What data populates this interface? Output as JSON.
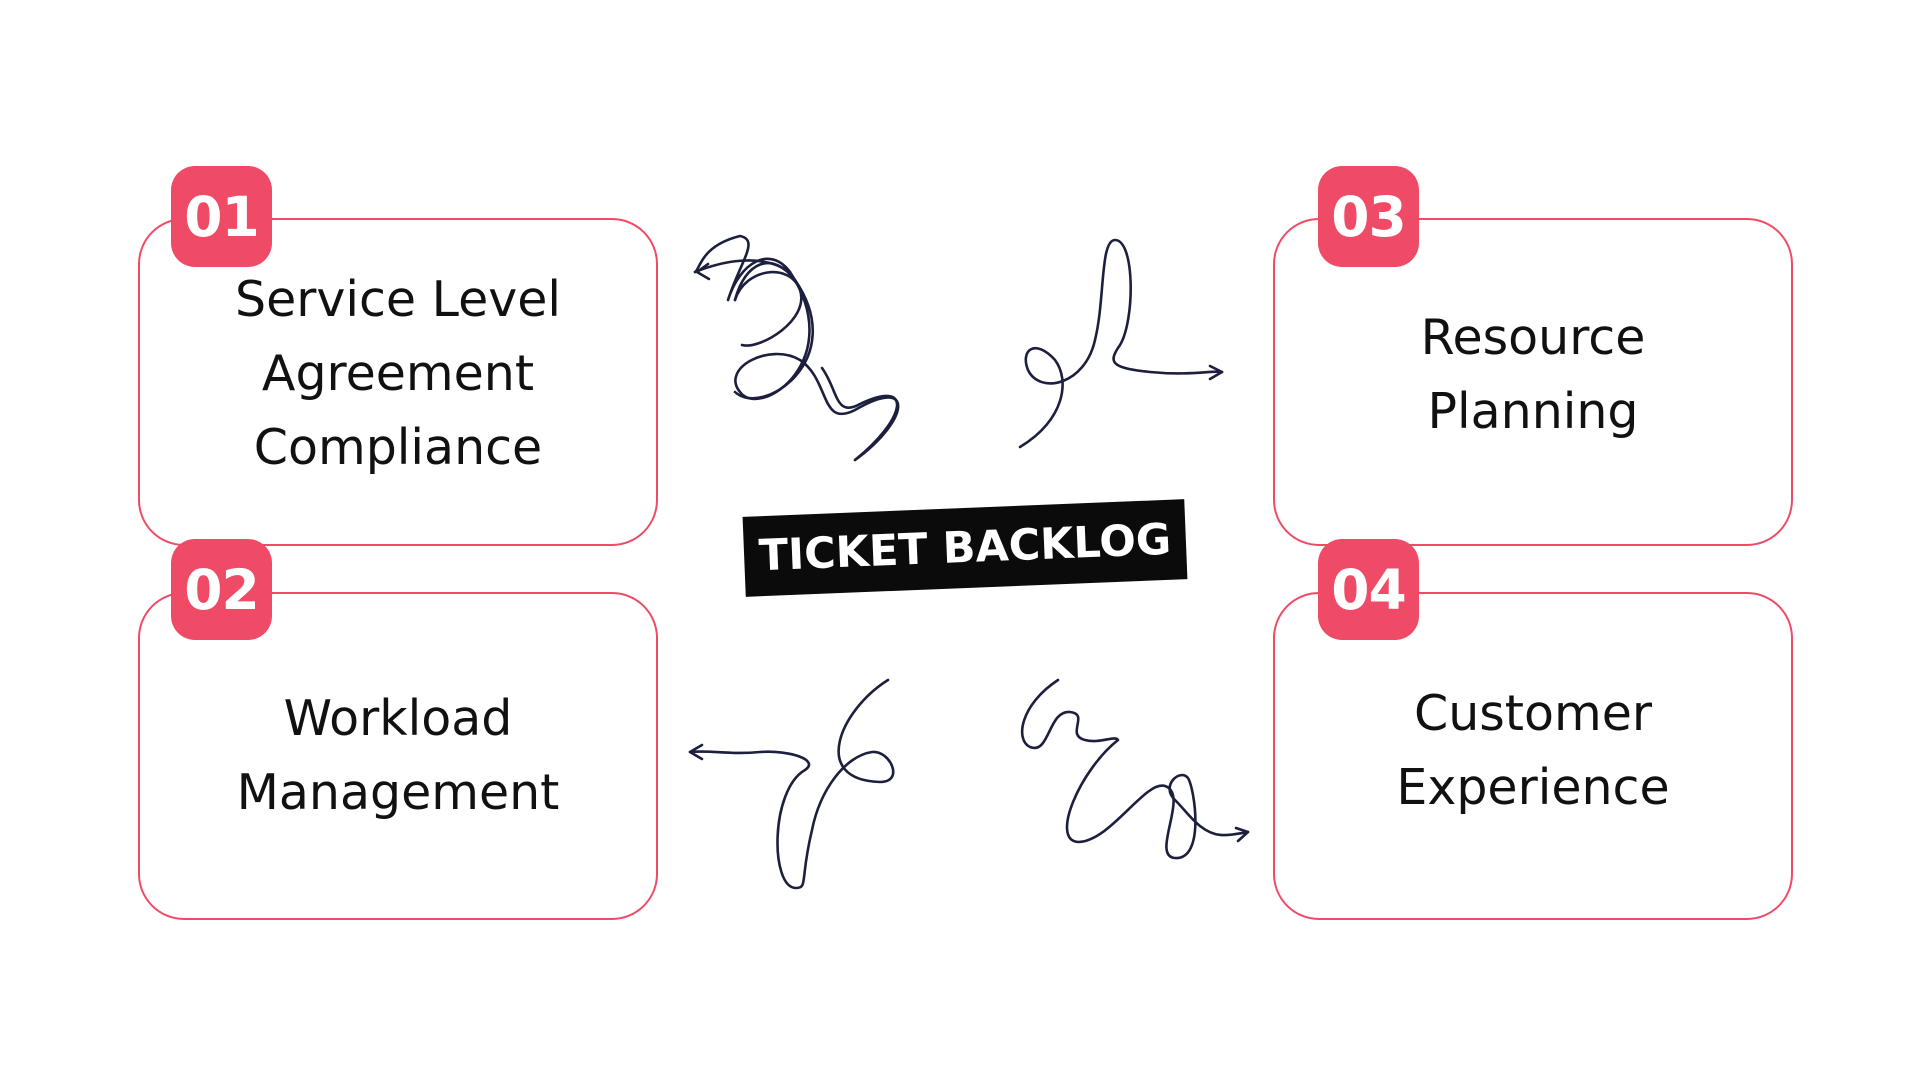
{
  "center": {
    "label": "TICKET BACKLOG"
  },
  "items": [
    {
      "number": "01",
      "text": "Service Level\nAgreement\nCompliance"
    },
    {
      "number": "02",
      "text": "Workload\nManagement"
    },
    {
      "number": "03",
      "text": "Resource\nPlanning"
    },
    {
      "number": "04",
      "text": "Customer\nExperience"
    }
  ],
  "colors": {
    "accent": "#ef4b66",
    "label_background": "#0b0b0b",
    "squiggle_stroke": "#1c1f3d",
    "text": "#111111"
  },
  "icons": [
    "arrow-squiggle-left-icon",
    "arrow-squiggle-right-icon"
  ]
}
